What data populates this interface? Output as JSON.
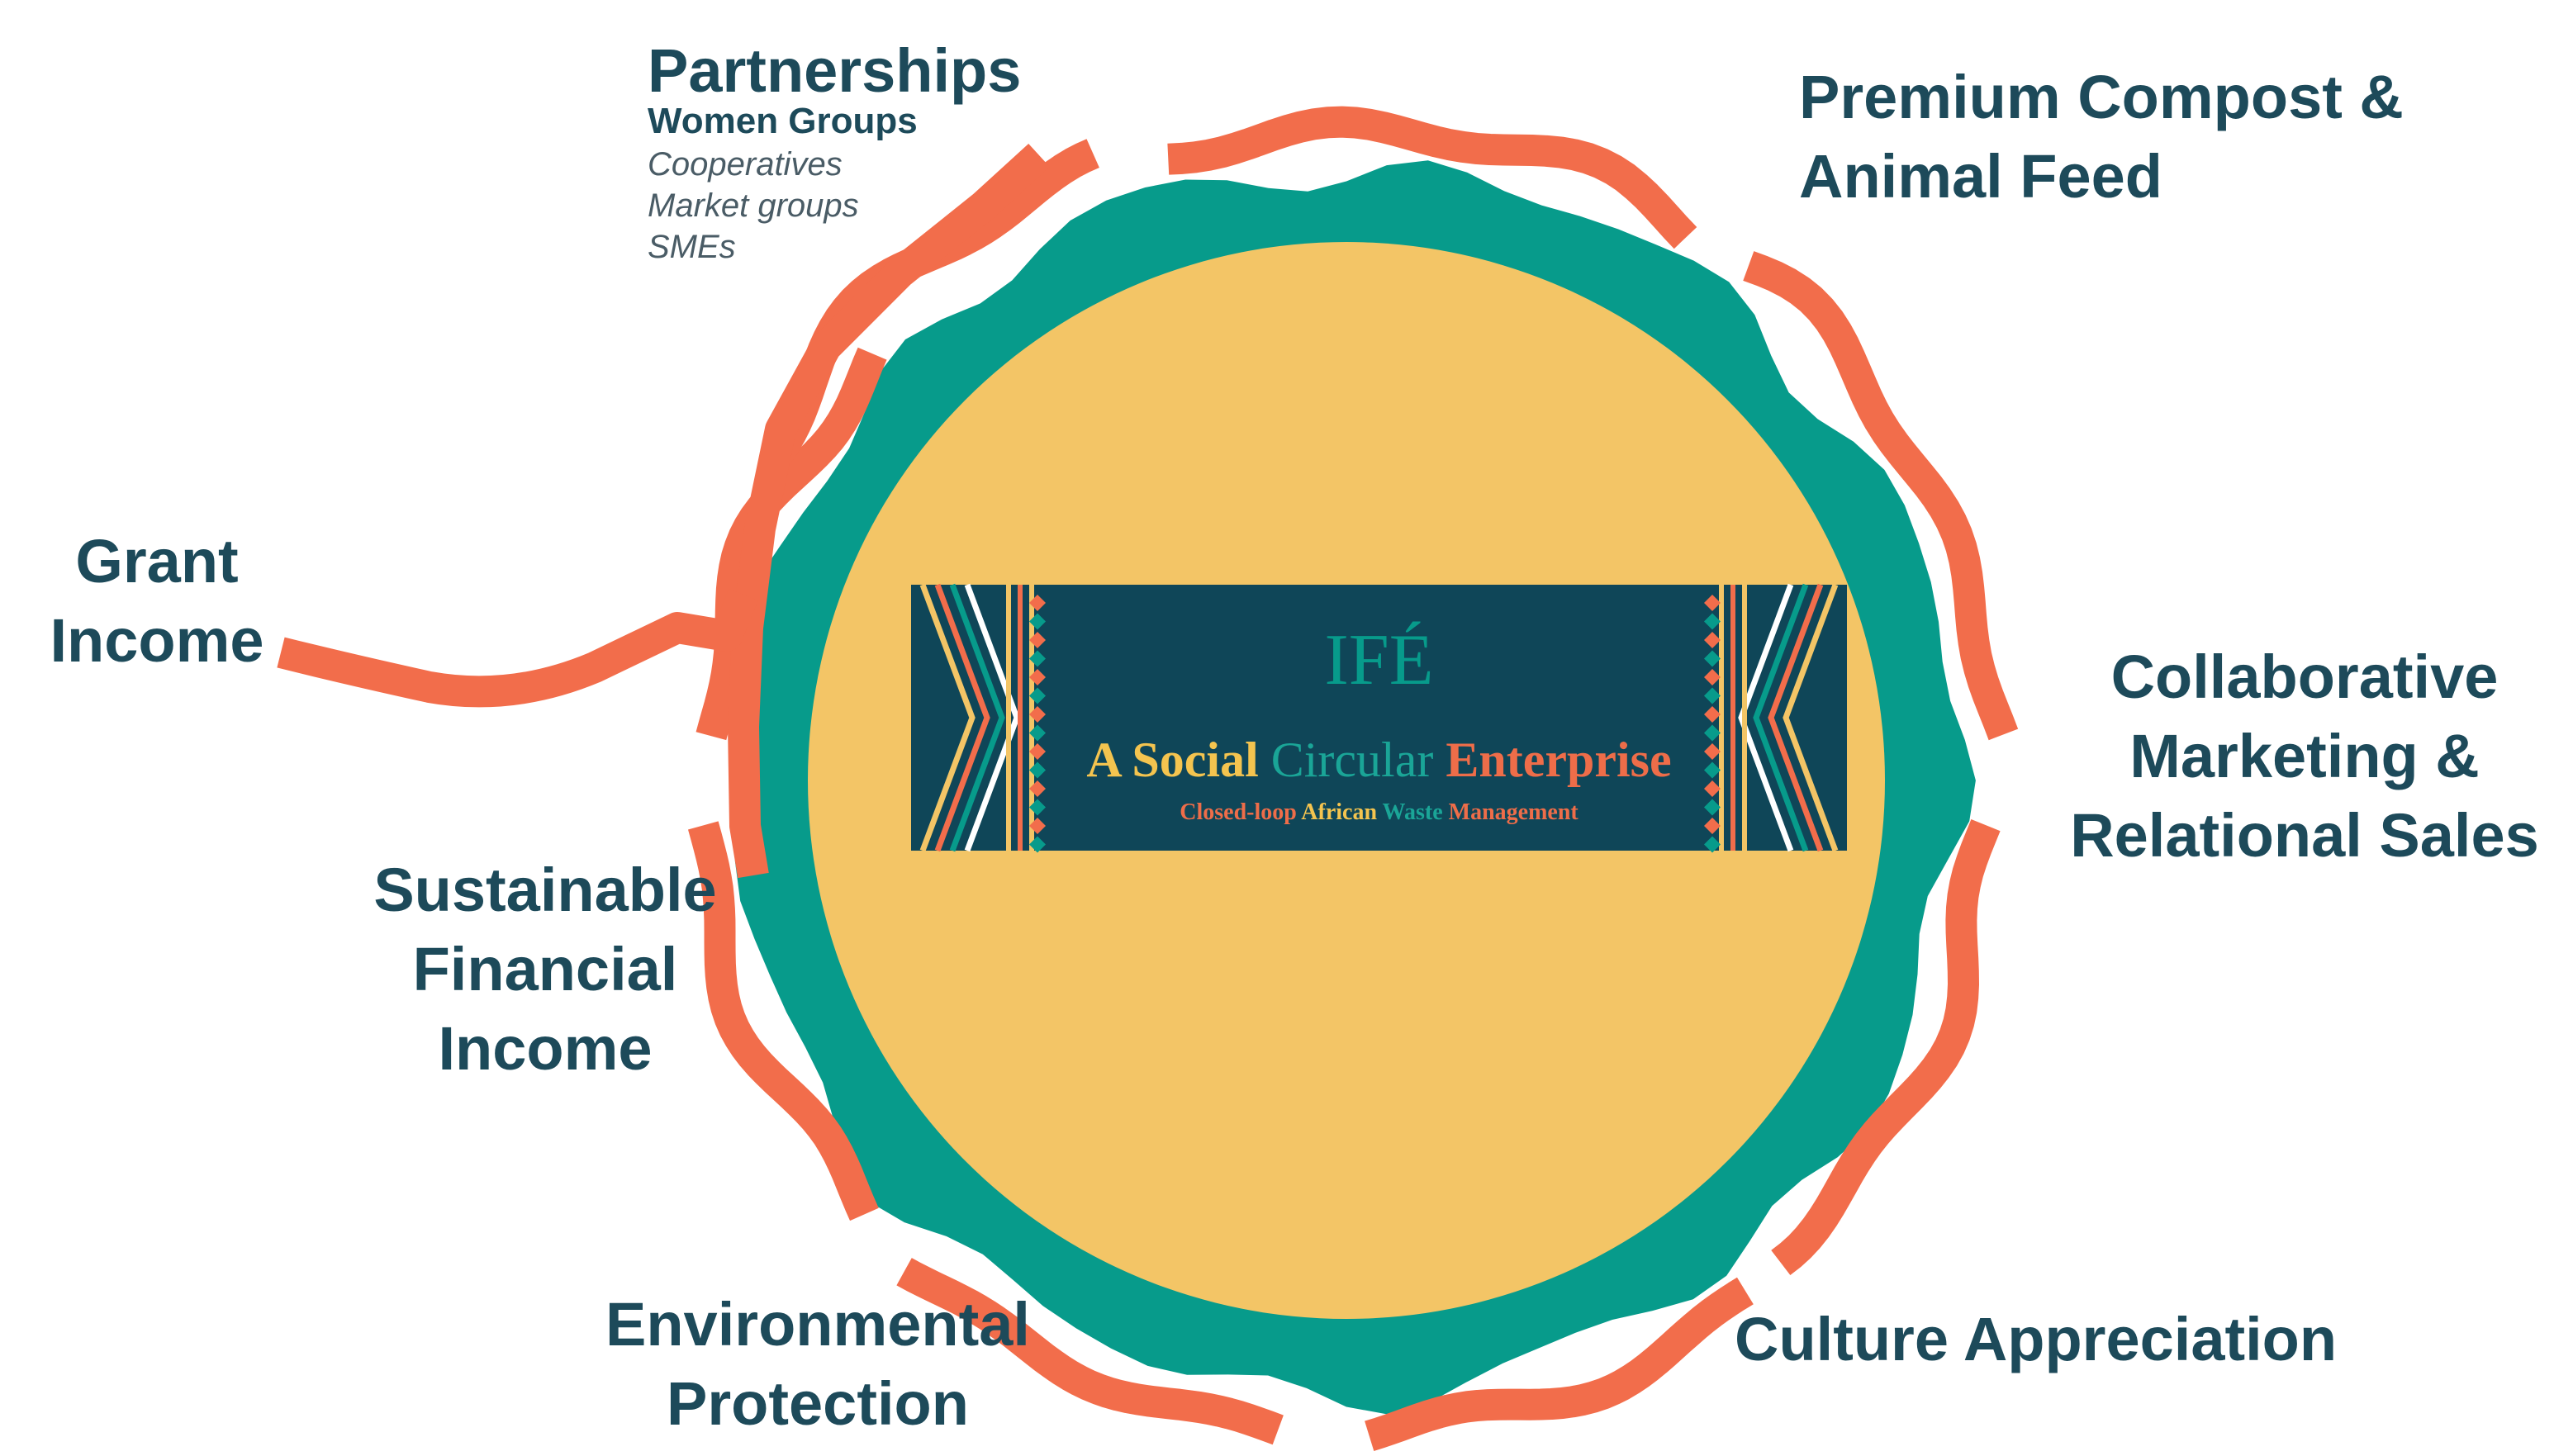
{
  "logo": {
    "title": "IFÉ",
    "tagline_words": [
      {
        "text": "A Social",
        "color": "#f4c44f"
      },
      {
        "text": "Circular",
        "color": "#1aa597"
      },
      {
        "text": "Enterprise",
        "color": "#ee6d49"
      }
    ],
    "subline_words": [
      {
        "text": "Closed-loop",
        "color": "#ee6d49"
      },
      {
        "text": "African",
        "color": "#f4c44f"
      },
      {
        "text": "Waste",
        "color": "#1aa597"
      },
      {
        "text": "Management",
        "color": "#ee6d49"
      }
    ]
  },
  "labels": {
    "partnerships": {
      "title": "Partnerships",
      "sub_bold": "Women Groups",
      "sub_items": [
        "Cooperatives",
        "Market groups",
        "SMEs"
      ]
    },
    "premium_compost": [
      "Premium Compost &",
      "Animal Feed"
    ],
    "grant_income": [
      "Grant",
      "Income"
    ],
    "collaborative": [
      "Collaborative",
      "Marketing &",
      "Relational Sales"
    ],
    "sustainable": [
      "Sustainable",
      "Financial",
      "Income"
    ],
    "environmental": [
      "Environmental",
      "Protection"
    ],
    "culture": [
      "Culture Appreciation"
    ]
  },
  "colors": {
    "core": "#f3c566",
    "ring": "#079b8b",
    "stream": "#f26d4b",
    "logo_bg": "#0f4658",
    "text": "#1d4a5a"
  }
}
